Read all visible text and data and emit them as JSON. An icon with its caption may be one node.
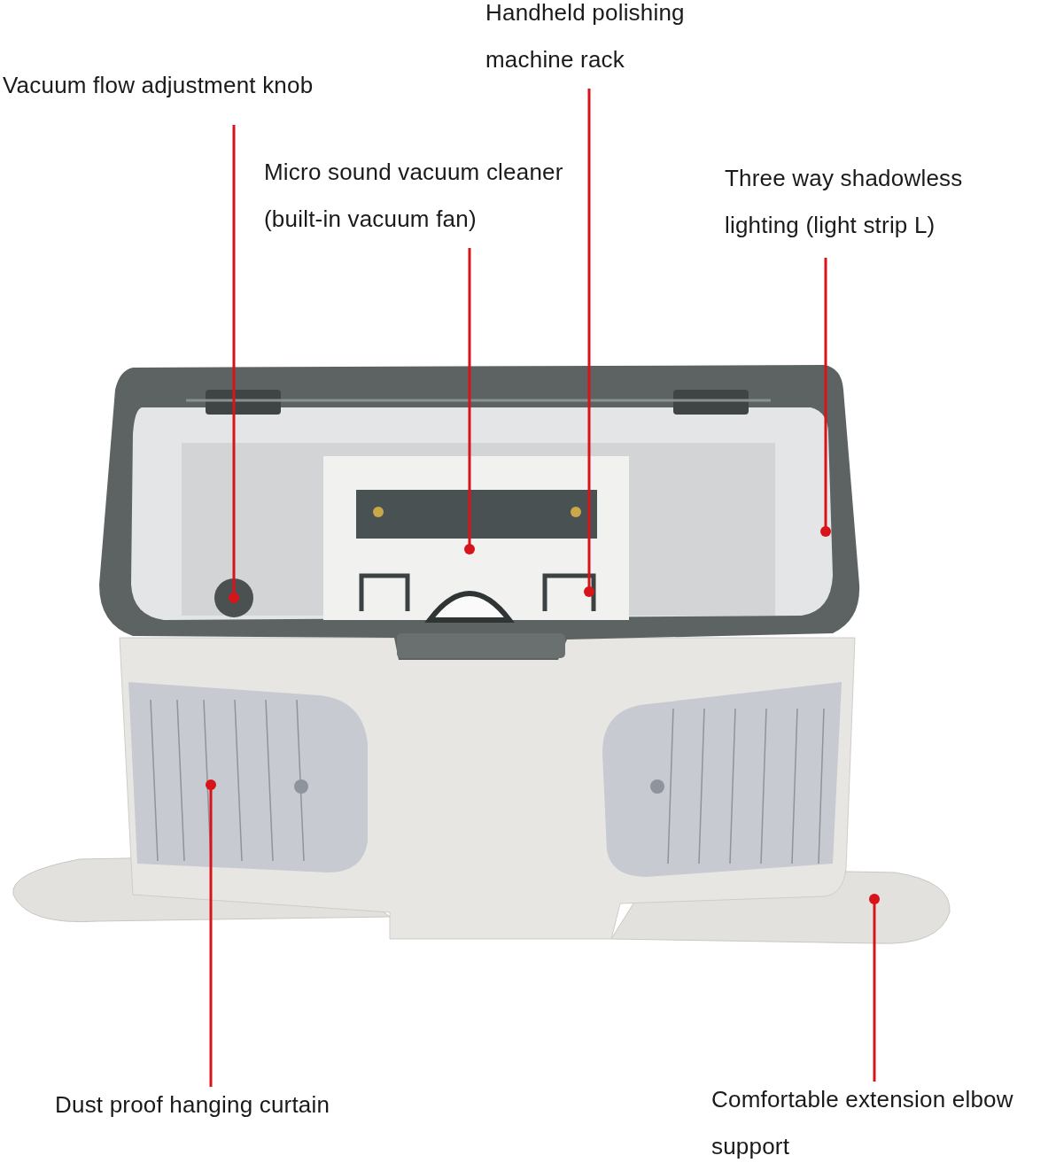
{
  "diagram": {
    "nodes": [
      {
        "text": [
          "Vacuum flow adjustment knob"
        ]
      },
      {
        "text": [
          "Handheld polishing machine rack"
        ]
      },
      {
        "text": [
          "Micro sound vacuum cleaner (built-in vacuum fan)"
        ]
      },
      {
        "text": [
          "Three way shadowless lighting (light strip L)"
        ]
      },
      {
        "text": [
          "Dust proof hanging curtain"
        ]
      },
      {
        "text": [
          "Comfortable extension elbow support"
        ]
      }
    ],
    "edges": [
      {
        "from": 0,
        "to": null,
        "arrow": "other"
      },
      {
        "from": 1,
        "to": null,
        "arrow": "other"
      },
      {
        "from": 2,
        "to": null,
        "arrow": "other"
      },
      {
        "from": 3,
        "to": null,
        "arrow": "other"
      },
      {
        "from": 4,
        "to": null,
        "arrow": "other"
      },
      {
        "from": 5,
        "to": null,
        "arrow": "other"
      }
    ]
  }
}
